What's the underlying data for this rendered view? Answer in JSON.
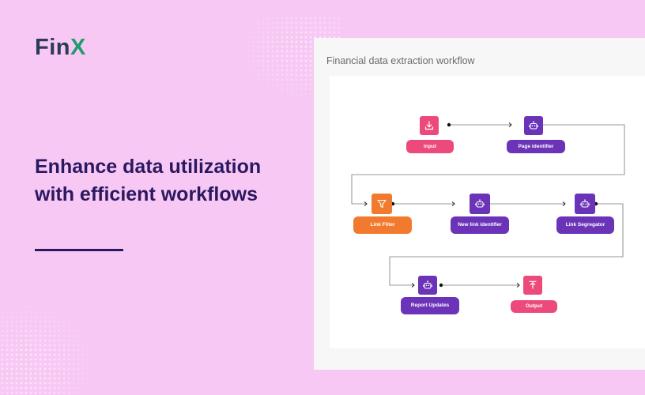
{
  "brand": {
    "name_main": "Fin",
    "name_accent": "X",
    "accent_color": "#1e9c6d",
    "text_color": "#2b3a57"
  },
  "hero": {
    "headline": "Enhance data utilization with efficient workflows"
  },
  "panel": {
    "title": "Financial data extraction workflow"
  },
  "nodes": {
    "input": {
      "label": "Input",
      "icon": "download-icon"
    },
    "page_identifier": {
      "label": "Page identifier",
      "icon": "robot-icon"
    },
    "link_filter": {
      "label": "Link Filter",
      "icon": "filter-icon"
    },
    "new_link_identifier": {
      "label": "New link identifier",
      "icon": "robot-icon"
    },
    "link_segregator": {
      "label": "Link Segregator",
      "icon": "robot-icon"
    },
    "report_updates": {
      "label": "Report Updates",
      "icon": "robot-icon"
    },
    "output": {
      "label": "Output",
      "icon": "upload-icon"
    }
  },
  "colors": {
    "background": "#f8c8f4",
    "pink": "#ec4a7b",
    "purple": "#6b34b8",
    "orange": "#f27a2e",
    "headline": "#2a1860"
  }
}
